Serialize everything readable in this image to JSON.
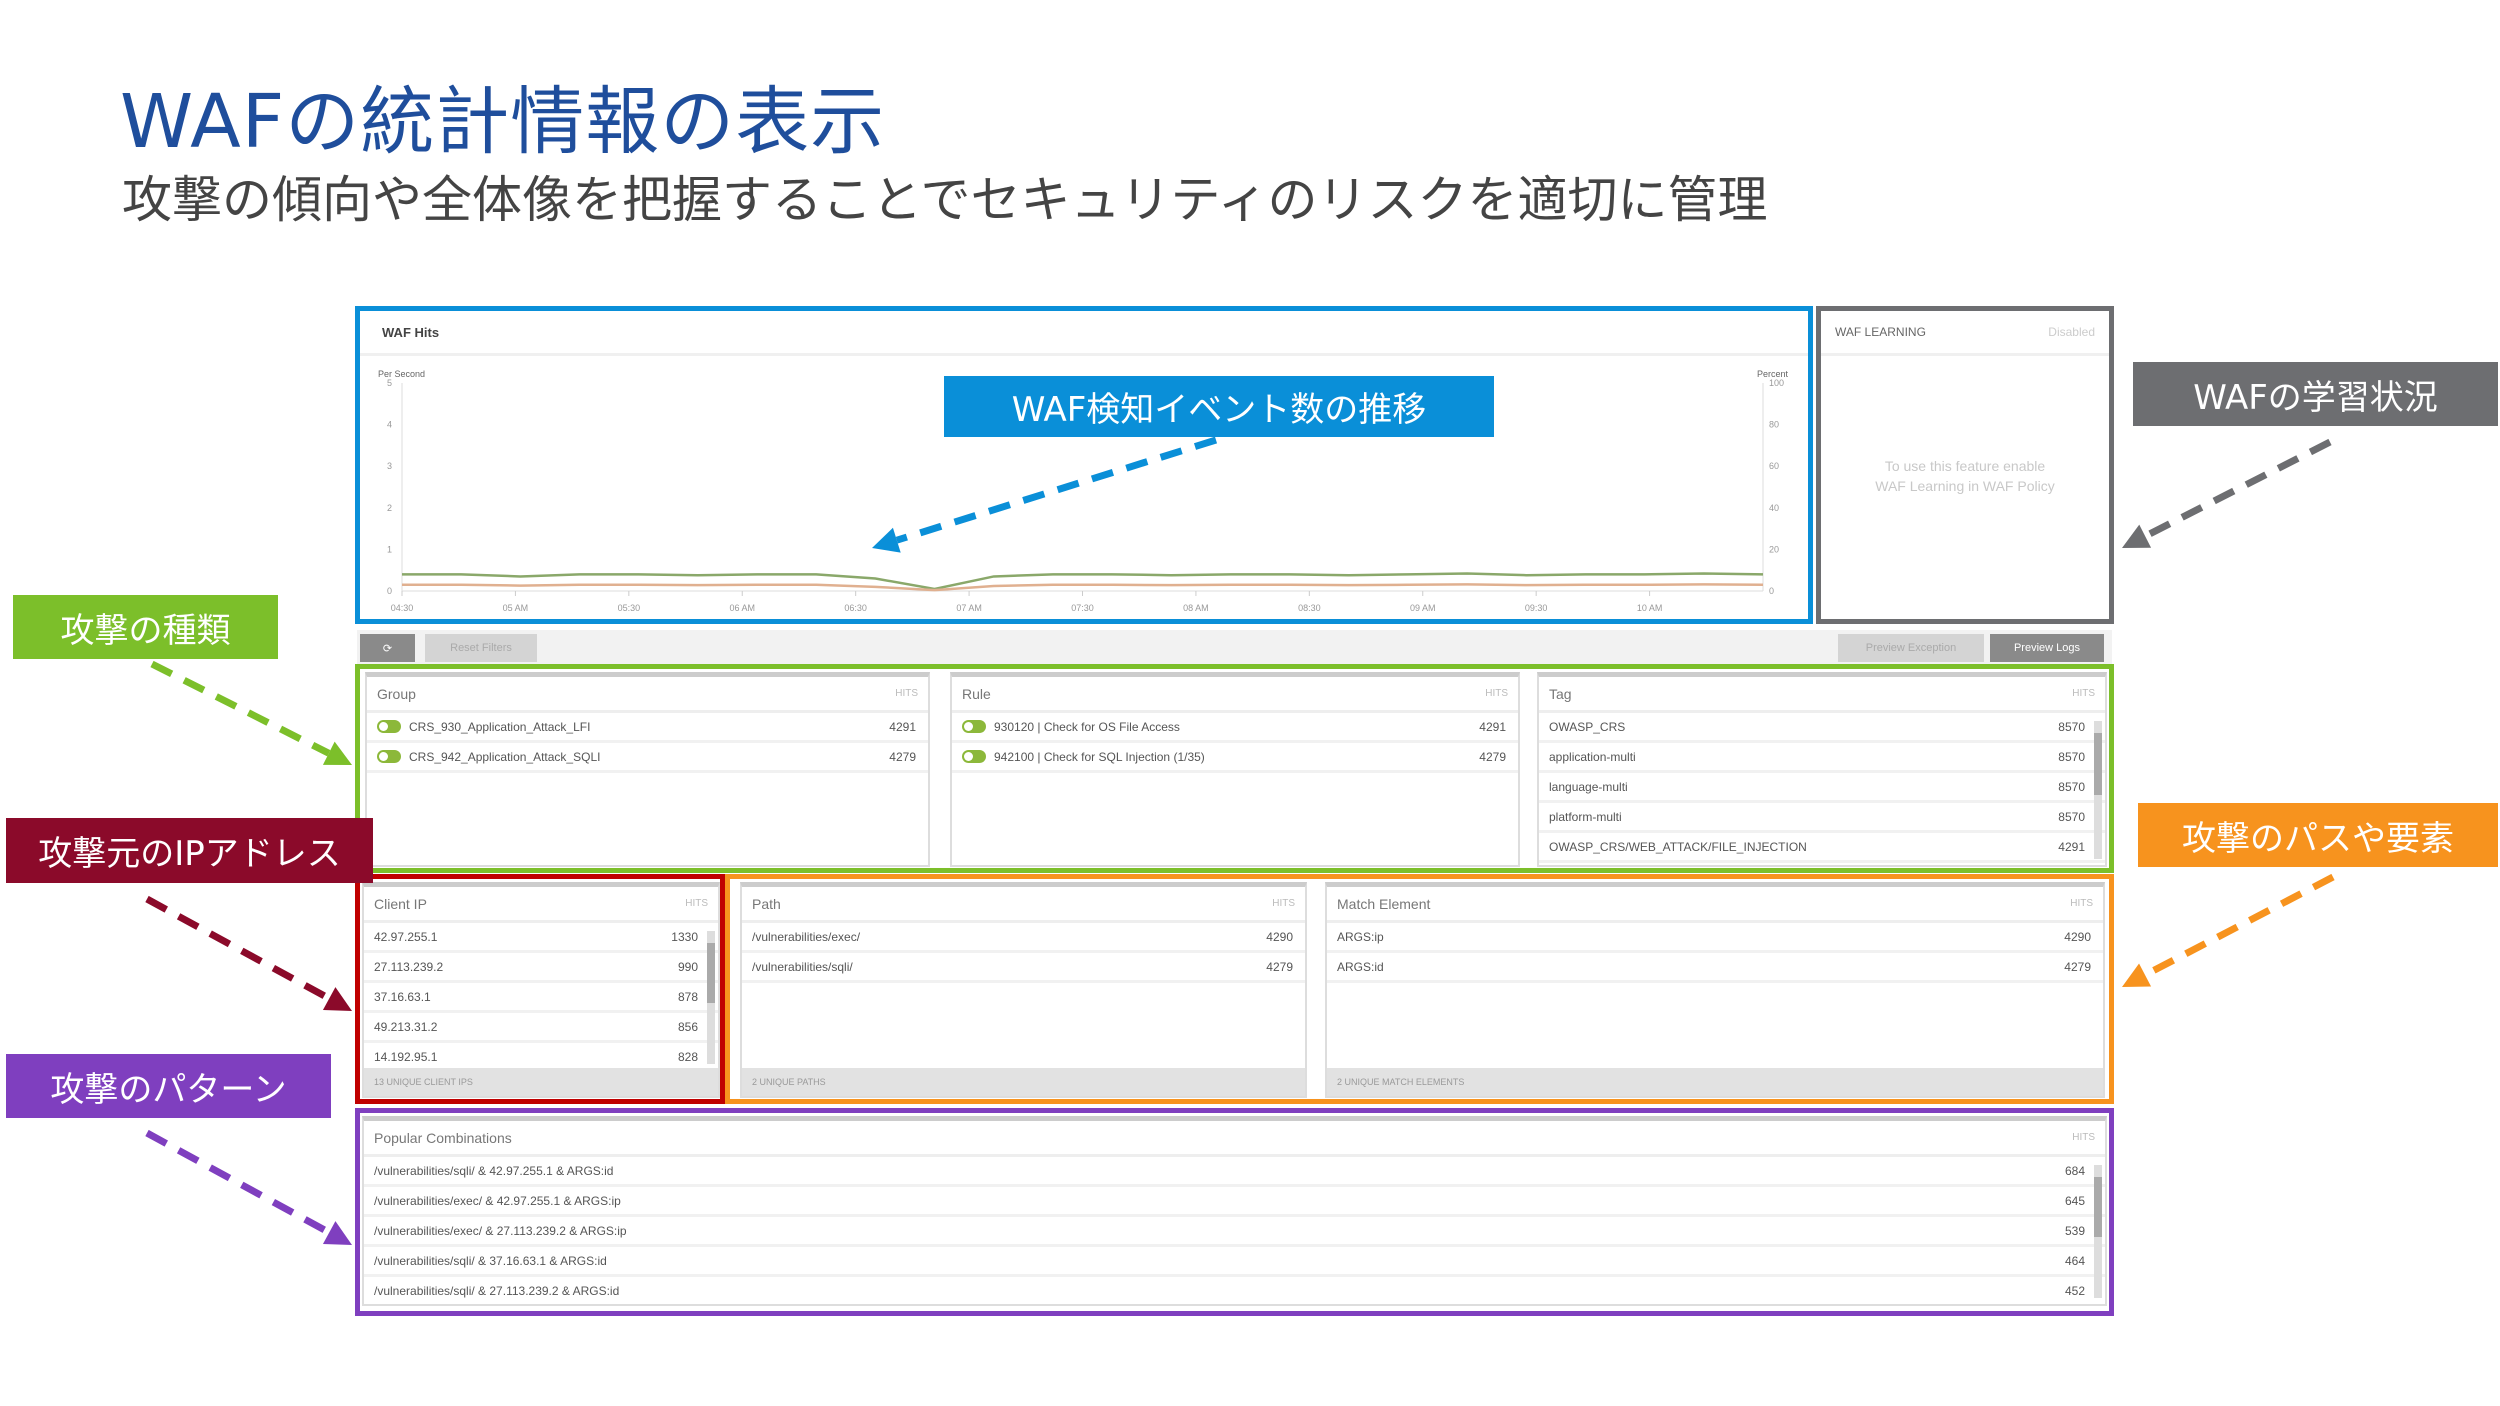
{
  "slide": {
    "title": "WAFの統計情報の表示",
    "subtitle": "攻撃の傾向や全体像を把握することでセキュリティのリスクを適切に管理"
  },
  "callouts": {
    "hits_trend": "WAF検知イベント数の推移",
    "learning": "WAFの学習状況",
    "attack_type": "攻撃の種類",
    "source_ip": "攻撃元のIPアドレス",
    "path_element": "攻撃のパスや要素",
    "pattern": "攻撃のパターン"
  },
  "colors": {
    "blue": "#0a8fd8",
    "gray": "#6d6e71",
    "green": "#7cbf2a",
    "maroon": "#8b0a2a",
    "red": "#c00000",
    "orange": "#f7931e",
    "purple": "#7f3fbf"
  },
  "waf_hits": {
    "title": "WAF Hits",
    "left_axis": "Per Second",
    "right_axis": "Percent"
  },
  "chart_data": {
    "type": "line",
    "title": "WAF Hits",
    "ylabel": "Per Second",
    "y2label": "Percent",
    "ylim": [
      0,
      5
    ],
    "y2lim": [
      0,
      100
    ],
    "yticks": [
      "0",
      "1",
      "2",
      "3",
      "4",
      "5"
    ],
    "y2ticks": [
      "0",
      "20",
      "40",
      "60",
      "80",
      "100"
    ],
    "x": [
      "04:30",
      "05 AM",
      "05:30",
      "06 AM",
      "06:30",
      "07 AM",
      "07:30",
      "08 AM",
      "08:30",
      "09 AM",
      "09:30",
      "10 AM"
    ],
    "series": [
      {
        "name": "hits-green",
        "color": "#8aa86a",
        "values": [
          0.4,
          0.4,
          0.35,
          0.4,
          0.4,
          0.38,
          0.4,
          0.4,
          0.3,
          0.05,
          0.35,
          0.4,
          0.4,
          0.38,
          0.4,
          0.4,
          0.38,
          0.4,
          0.42,
          0.38,
          0.4,
          0.4,
          0.42,
          0.4
        ]
      },
      {
        "name": "hits-orange",
        "color": "#e0b090",
        "values": [
          0.15,
          0.15,
          0.13,
          0.15,
          0.15,
          0.14,
          0.15,
          0.15,
          0.1,
          0.02,
          0.12,
          0.15,
          0.15,
          0.14,
          0.15,
          0.15,
          0.14,
          0.15,
          0.16,
          0.14,
          0.15,
          0.15,
          0.16,
          0.15
        ]
      }
    ]
  },
  "learning": {
    "title": "WAF LEARNING",
    "status": "Disabled",
    "message_1": "To use this feature enable",
    "message_2": "WAF Learning in WAF Policy"
  },
  "toolbar": {
    "refresh_icon": "refresh-icon",
    "reset": "Reset Filters",
    "preview_exception": "Preview Exception",
    "preview_logs": "Preview Logs"
  },
  "group": {
    "title": "Group",
    "hits": "HITS",
    "items": [
      {
        "label": "CRS_930_Application_Attack_LFI",
        "value": "4291"
      },
      {
        "label": "CRS_942_Application_Attack_SQLI",
        "value": "4279"
      }
    ]
  },
  "rule": {
    "title": "Rule",
    "hits": "HITS",
    "items": [
      {
        "label": "930120 | Check for OS File Access",
        "value": "4291"
      },
      {
        "label": "942100 | Check for SQL Injection (1/35)",
        "value": "4279"
      }
    ]
  },
  "tag": {
    "title": "Tag",
    "hits": "HITS",
    "items": [
      {
        "label": "OWASP_CRS",
        "value": "8570"
      },
      {
        "label": "application-multi",
        "value": "8570"
      },
      {
        "label": "language-multi",
        "value": "8570"
      },
      {
        "label": "platform-multi",
        "value": "8570"
      },
      {
        "label": "OWASP_CRS/WEB_ATTACK/FILE_INJECTION",
        "value": "4291"
      }
    ]
  },
  "client_ip": {
    "title": "Client IP",
    "hits": "HITS",
    "footer": "13 UNIQUE CLIENT IPS",
    "items": [
      {
        "label": "42.97.255.1",
        "value": "1330"
      },
      {
        "label": "27.113.239.2",
        "value": "990"
      },
      {
        "label": "37.16.63.1",
        "value": "878"
      },
      {
        "label": "49.213.31.2",
        "value": "856"
      },
      {
        "label": "14.192.95.1",
        "value": "828"
      }
    ]
  },
  "path": {
    "title": "Path",
    "hits": "HITS",
    "footer": "2 UNIQUE PATHS",
    "items": [
      {
        "label": "/vulnerabilities/exec/",
        "value": "4290"
      },
      {
        "label": "/vulnerabilities/sqli/",
        "value": "4279"
      }
    ]
  },
  "match": {
    "title": "Match Element",
    "hits": "HITS",
    "footer": "2 UNIQUE MATCH ELEMENTS",
    "items": [
      {
        "label": "ARGS:ip",
        "value": "4290"
      },
      {
        "label": "ARGS:id",
        "value": "4279"
      }
    ]
  },
  "popular": {
    "title": "Popular Combinations",
    "hits": "HITS",
    "items": [
      {
        "label": "/vulnerabilities/sqli/ & 42.97.255.1 & ARGS:id",
        "value": "684"
      },
      {
        "label": "/vulnerabilities/exec/ & 42.97.255.1 & ARGS:ip",
        "value": "645"
      },
      {
        "label": "/vulnerabilities/exec/ & 27.113.239.2 & ARGS:ip",
        "value": "539"
      },
      {
        "label": "/vulnerabilities/sqli/ & 37.16.63.1 & ARGS:id",
        "value": "464"
      },
      {
        "label": "/vulnerabilities/sqli/ & 27.113.239.2 & ARGS:id",
        "value": "452"
      }
    ]
  }
}
